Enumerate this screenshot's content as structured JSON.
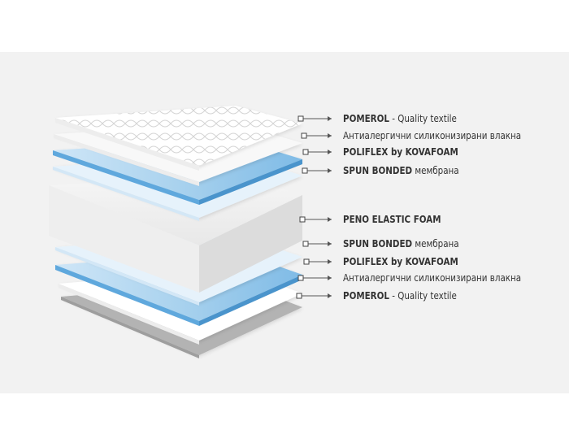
{
  "colors": {
    "background": "#ffffff",
    "band": "#f2f2f2",
    "white_layer": "#ffffff",
    "fiber_layer": "#f8f8f8",
    "blue_layer": "#a9d2ee",
    "blue_layer_edge": "#5fa8dd",
    "spun_layer": "#e6f2fb",
    "foam_top": "#f1f1f1",
    "foam_side": "#dcdcdc",
    "bottom_layer": "#b3b3b3",
    "text": "#333333",
    "leader": "#555555"
  },
  "layers": [
    {
      "id": "top-textile",
      "brand": "POMEROL",
      "suffix": " - Quality textile"
    },
    {
      "id": "top-fiber",
      "brand": "",
      "suffix": "Антиалергични силиконизирани влакна"
    },
    {
      "id": "top-poliflex",
      "brand": "POLIFLEX by KOVAFOAM",
      "suffix": ""
    },
    {
      "id": "top-spun",
      "brand": "SPUN BONDED",
      "suffix": " мембрана"
    },
    {
      "id": "core-foam",
      "brand": "PENO ELASTIC FOAM",
      "suffix": ""
    },
    {
      "id": "bottom-spun",
      "brand": "SPUN BONDED",
      "suffix": " мембрана"
    },
    {
      "id": "bottom-poliflex",
      "brand": "POLIFLEX by KOVAFOAM",
      "suffix": ""
    },
    {
      "id": "bottom-fiber",
      "brand": "",
      "suffix": "Антиалергични силиконизирани влакна"
    },
    {
      "id": "bottom-textile",
      "brand": "POMEROL",
      "suffix": " - Quality textile"
    }
  ]
}
